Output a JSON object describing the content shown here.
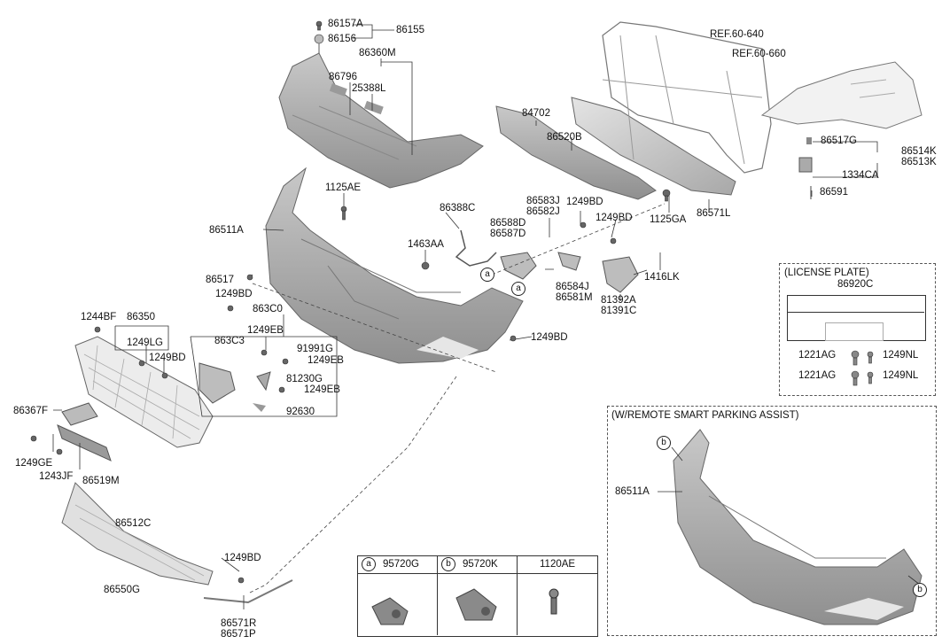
{
  "labels": {
    "p86157A": "86157A",
    "p86155": "86155",
    "p86156": "86156",
    "p86360M": "86360M",
    "p86796": "86796",
    "p25388L": "25388L",
    "pREF640": "REF.60-640",
    "pREF660": "REF.60-660",
    "p84702": "84702",
    "p86520B": "86520B",
    "p86517G": "86517G",
    "p86514K": "86514K",
    "p86513K": "86513K",
    "p1334CA": "1334CA",
    "p1125GA": "1125GA",
    "p86571L": "86571L",
    "p86591": "86591",
    "p1125AE": "1125AE",
    "p86388C": "86388C",
    "p86583J": "86583J",
    "p86582J": "86582J",
    "p1249BD_a": "1249BD",
    "p86588D": "86588D",
    "p86587D": "86587D",
    "p1249BD_b": "1249BD",
    "p86511A": "86511A",
    "p1463AA": "1463AA",
    "p86584J": "86584J",
    "p86581M": "86581M",
    "p81392A": "81392A",
    "p81391C": "81391C",
    "p1416LK": "1416LK",
    "p86517": "86517",
    "p1249BD_c": "1249BD",
    "p863C0": "863C0",
    "p1244BF": "1244BF",
    "p86350": "86350",
    "p1249LG": "1249LG",
    "p1249BD_d": "1249BD",
    "p1249EB_a": "1249EB",
    "p863C3": "863C3",
    "p91991G": "91991G",
    "p1249EB_b": "1249EB",
    "p81230G": "81230G",
    "p1249EB_c": "1249EB",
    "p92630": "92630",
    "p1249BD_e": "1249BD",
    "p86367F": "86367F",
    "p1249GE": "1249GE",
    "p1243JF": "1243JF",
    "p86519M": "86519M",
    "p86512C": "86512C",
    "p1249BD_f": "1249BD",
    "p86550G": "86550G",
    "p86571R": "86571R",
    "p86571P": "86571P"
  },
  "license_box": {
    "title": "(LICENSE PLATE)",
    "part": "86920C",
    "row1_left": "1221AG",
    "row1_right": "1249NL",
    "row2_left": "1221AG",
    "row2_right": "1249NL"
  },
  "rspa_box": {
    "title": "(W/REMOTE SMART PARKING ASSIST)",
    "part": "86511A",
    "marker": "b"
  },
  "legend": {
    "col1_marker": "a",
    "col1_part": "95720G",
    "col2_marker": "b",
    "col2_part": "95720K",
    "col3_part": "1120AE"
  },
  "markers": {
    "a": "a",
    "b": "b"
  }
}
